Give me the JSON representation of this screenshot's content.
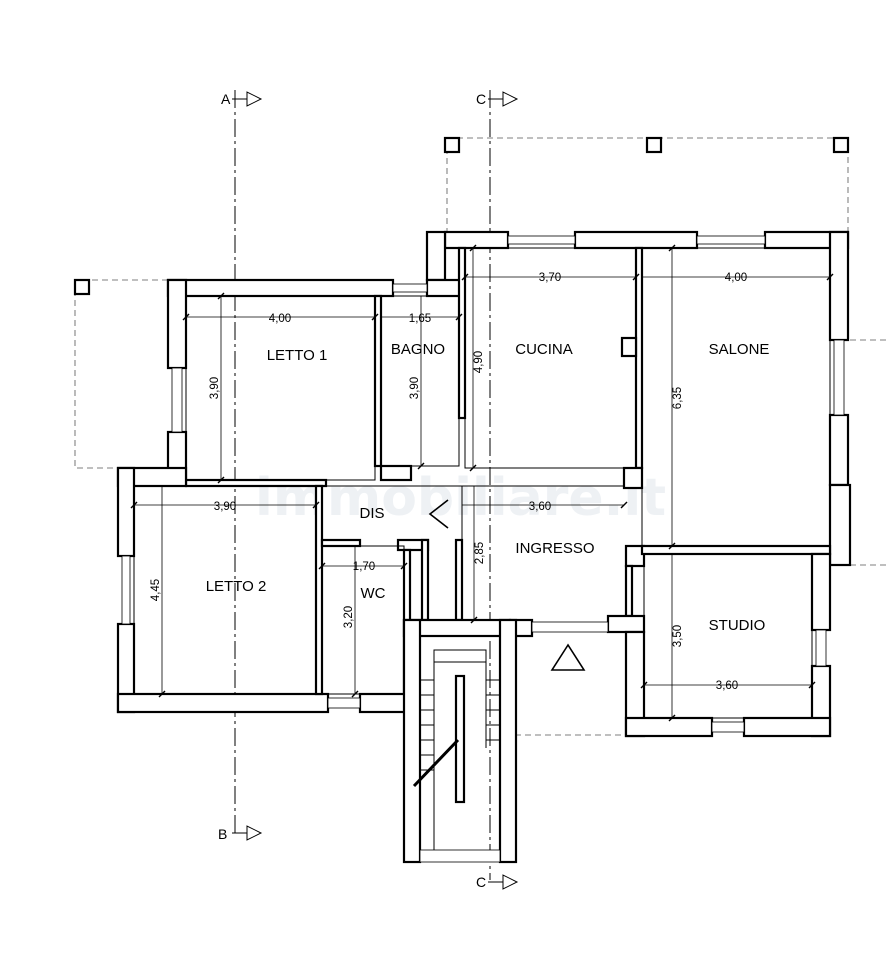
{
  "watermark": "immobiliare.it",
  "rooms": {
    "letto1": "LETTO 1",
    "bagno": "BAGNO",
    "cucina": "CUCINA",
    "salone": "SALONE",
    "dis": "DIS",
    "ingresso": "INGRESSO",
    "letto2": "LETTO 2",
    "wc": "WC",
    "studio": "STUDIO"
  },
  "dimensions": {
    "letto1_w": "4,00",
    "letto1_h": "3,90",
    "bagno_w": "1,65",
    "bagno_h": "3,90",
    "cucina_w": "3,70",
    "cucina_h": "4,90",
    "salone_w": "4,00",
    "salone_h": "6,35",
    "ingresso_w": "3,60",
    "ingresso_h": "2,85",
    "letto2_w": "3,90",
    "letto2_h": "4,45",
    "wc_w": "1,70",
    "wc_h": "3,20",
    "studio_w": "3,60",
    "studio_h": "3,50"
  },
  "sections": {
    "a_top": "A",
    "b_bottom": "B",
    "c_top": "C",
    "c_bottom": "C"
  }
}
